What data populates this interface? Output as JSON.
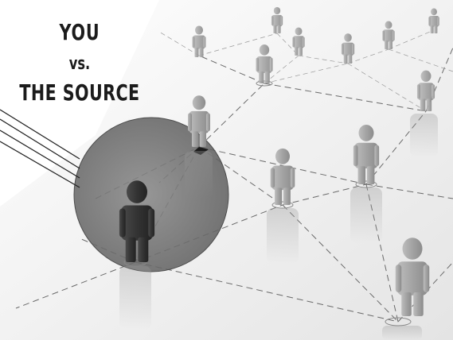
{
  "headline": {
    "line1": "YOU",
    "line2": "vs.",
    "line3": "THE SOURCE"
  },
  "colors": {
    "background": "#ffffff",
    "figure": "#a9a9a9",
    "figure_highlight": "#3a3a3a",
    "circle": "#6f6f6f",
    "text": "#1b1b1b"
  },
  "icons": [
    "person-figure-icon"
  ]
}
